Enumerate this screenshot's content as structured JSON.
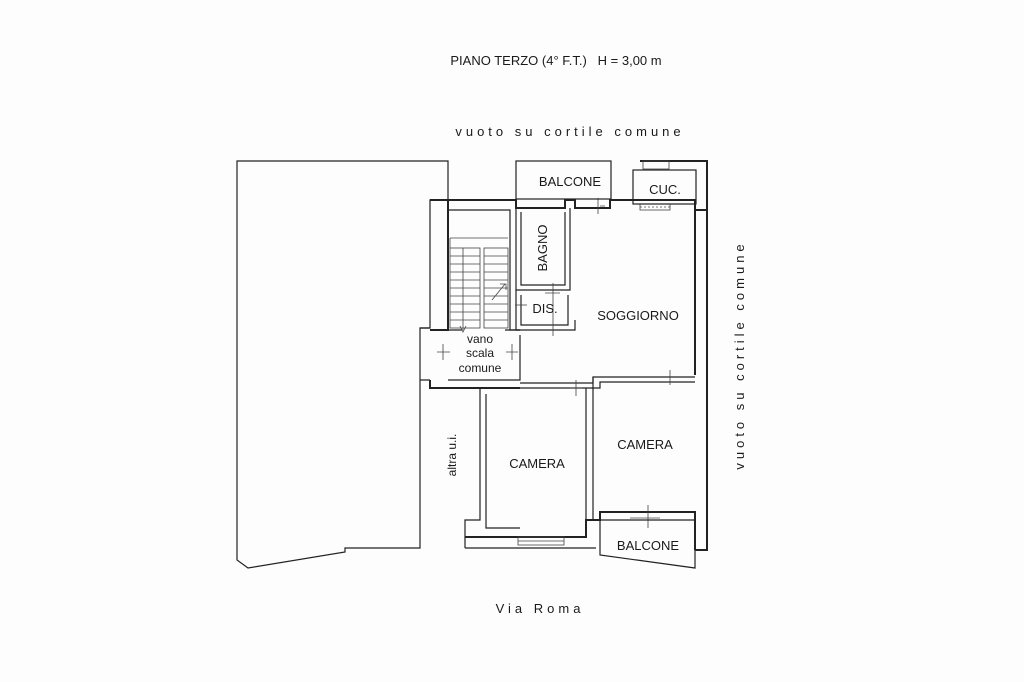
{
  "title": "PIANO TERZO (4° F.T.)   H = 3,00 m",
  "labels": {
    "top_side": "vuoto su cortile comune",
    "right_side": "vuoto su cortile comune",
    "bottom_side": "Via Roma",
    "left_unit": "altra u.i."
  },
  "rooms": {
    "balcone_top": "BALCONE",
    "cucina": "CUC.",
    "bagno": "BAGNO",
    "disimpegno": "DIS.",
    "soggiorno": "SOGGIORNO",
    "stair_line1": "vano",
    "stair_line2": "scala",
    "stair_line3": "comune",
    "camera_left": "CAMERA",
    "camera_right": "CAMERA",
    "balcone_bottom": "BALCONE"
  },
  "colors": {
    "ink": "#1a1a1a",
    "paper": "#fdfdfd"
  }
}
